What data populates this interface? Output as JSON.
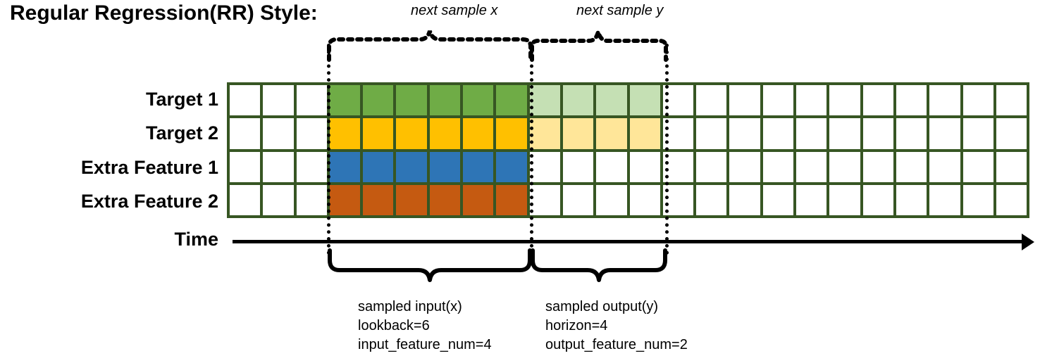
{
  "title": "Regular Regression(RR) Style:",
  "rows": [
    {
      "label": "Target 1",
      "color_key": "green"
    },
    {
      "label": "Target 2",
      "color_key": "yellow"
    },
    {
      "label": "Extra Feature 1",
      "color_key": "blue"
    },
    {
      "label": "Extra Feature 2",
      "color_key": "orange"
    }
  ],
  "grid": {
    "total_columns": 24,
    "leading_blank_columns": 3,
    "input_columns": 6,
    "output_columns": 4,
    "trailing_blank_columns": 11
  },
  "colors": {
    "border": "#375623",
    "blank": "#ffffff",
    "green": "#6FAC46",
    "green_light": "#C5E0B4",
    "yellow": "#FFC000",
    "yellow_light": "#FFE699",
    "blue": "#2E75B6",
    "orange": "#C55A11",
    "axis": "#000000"
  },
  "annotations": {
    "top_left": "next sample x",
    "top_right": "next sample y",
    "time_label": "Time"
  },
  "bottom_left": {
    "line1": "sampled input(x)",
    "line2": "lookback=6",
    "line3": "input_feature_num=4"
  },
  "bottom_right": {
    "line1": "sampled output(y)",
    "line2": "horizon=4",
    "line3": "output_feature_num=2"
  }
}
